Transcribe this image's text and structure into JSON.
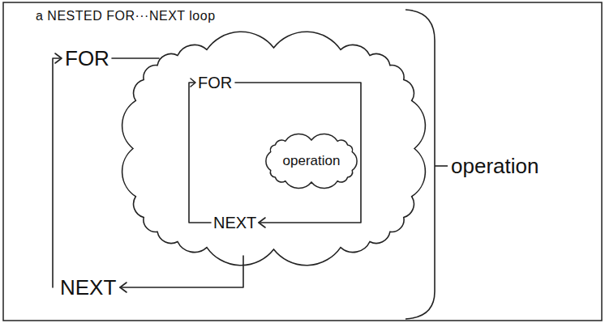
{
  "diagram": {
    "title": "a NESTED FOR···NEXT loop",
    "nodes": [
      {
        "text": [
          "operation"
        ]
      }
    ],
    "labels": [
      "FOR",
      "FOR",
      "operation",
      "NEXT",
      "NEXT"
    ]
  }
}
